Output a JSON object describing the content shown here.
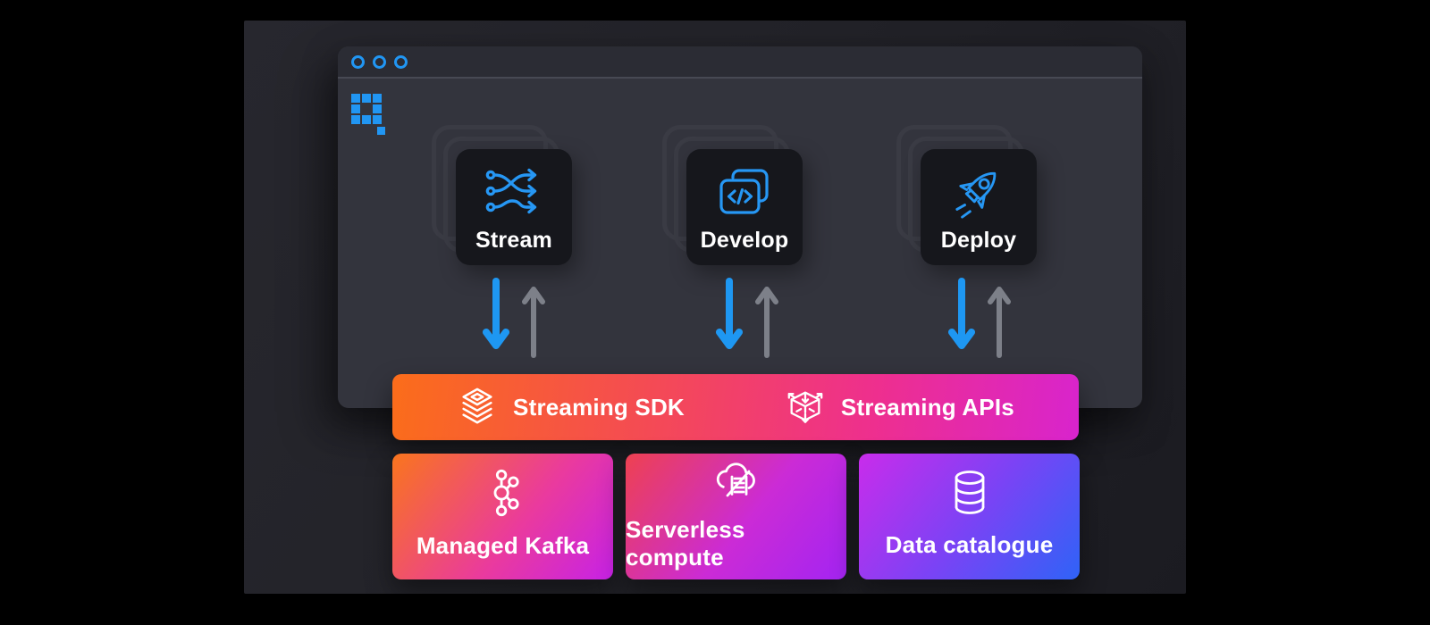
{
  "colors": {
    "accent_blue": "#2196f3",
    "arrow_blue": "#1e97f2",
    "arrow_gray": "#7d8089",
    "bar_gradient": [
      "#fb6d1a",
      "#ee2f8e",
      "#d824cd"
    ],
    "kafka_gradient": [
      "#f9751d",
      "#c722e6"
    ],
    "serverless_gradient": [
      "#ee4150",
      "#a324f2"
    ],
    "catalogue_gradient": [
      "#c92ceb",
      "#2f63f7"
    ],
    "window_bg": "#33343d",
    "panel_bg": "#232329",
    "tile_bg": "#16171c"
  },
  "window": {
    "logo_icon": "pixel-square-logo",
    "traffic_dot_count": "3"
  },
  "stages": [
    {
      "label": "Stream",
      "icon": "shuffle-stream-icon"
    },
    {
      "label": "Develop",
      "icon": "code-window-icon"
    },
    {
      "label": "Deploy",
      "icon": "rocket-icon"
    }
  ],
  "arrows": [
    {
      "direction": "down",
      "color": "#1e97f2"
    },
    {
      "direction": "up",
      "color": "#7d8089"
    }
  ],
  "bar": {
    "items": [
      {
        "label": "Streaming SDK",
        "icon": "layers-icon"
      },
      {
        "label": "Streaming APIs",
        "icon": "cube-arrows-icon"
      }
    ]
  },
  "services": [
    {
      "label": "Managed Kafka",
      "icon": "kafka-icon"
    },
    {
      "label": "Serverless compute",
      "icon": "serverless-cloud-icon"
    },
    {
      "label": "Data catalogue",
      "icon": "database-icon"
    }
  ]
}
